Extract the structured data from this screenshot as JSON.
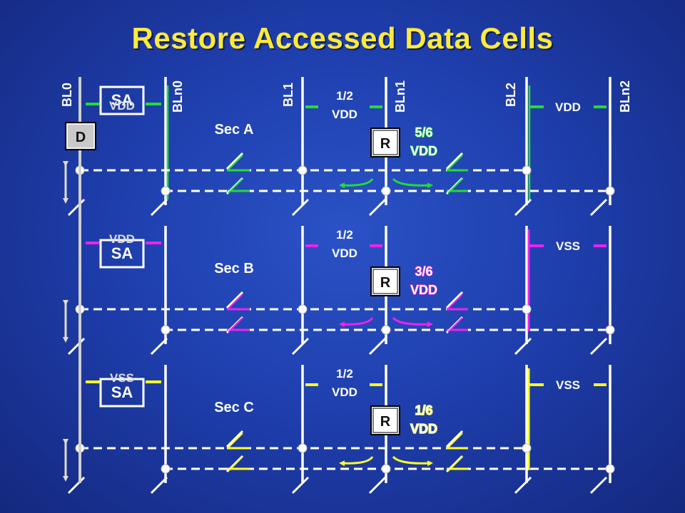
{
  "title": "Restore Accessed Data Cells",
  "colors": {
    "background": "#1f3fae",
    "title": "#ffea3a",
    "line": "#ffffff",
    "sec_a": "#22dd33",
    "sec_b": "#ee22ee",
    "sec_c": "#ffff22"
  },
  "bitlines": [
    "BL0",
    "BLn0",
    "BL1",
    "BLn1",
    "BL2",
    "BLn2"
  ],
  "sense_amp_label": "SA",
  "driver_label": "D",
  "restore_label": "R",
  "sections": [
    {
      "name": "Sec A",
      "sa_level": "VDD",
      "mid_top": "1/2",
      "mid_bottom": "VDD",
      "restore_top": "5/6",
      "restore_bottom": "VDD",
      "right_level": "VDD"
    },
    {
      "name": "Sec B",
      "sa_level": "VDD",
      "mid_top": "1/2",
      "mid_bottom": "VDD",
      "restore_top": "3/6",
      "restore_bottom": "VDD",
      "right_level": "VSS"
    },
    {
      "name": "Sec C",
      "sa_level": "VSS",
      "mid_top": "1/2",
      "mid_bottom": "VDD",
      "restore_top": "1/6",
      "restore_bottom": "VDD",
      "right_level": "VSS"
    }
  ]
}
